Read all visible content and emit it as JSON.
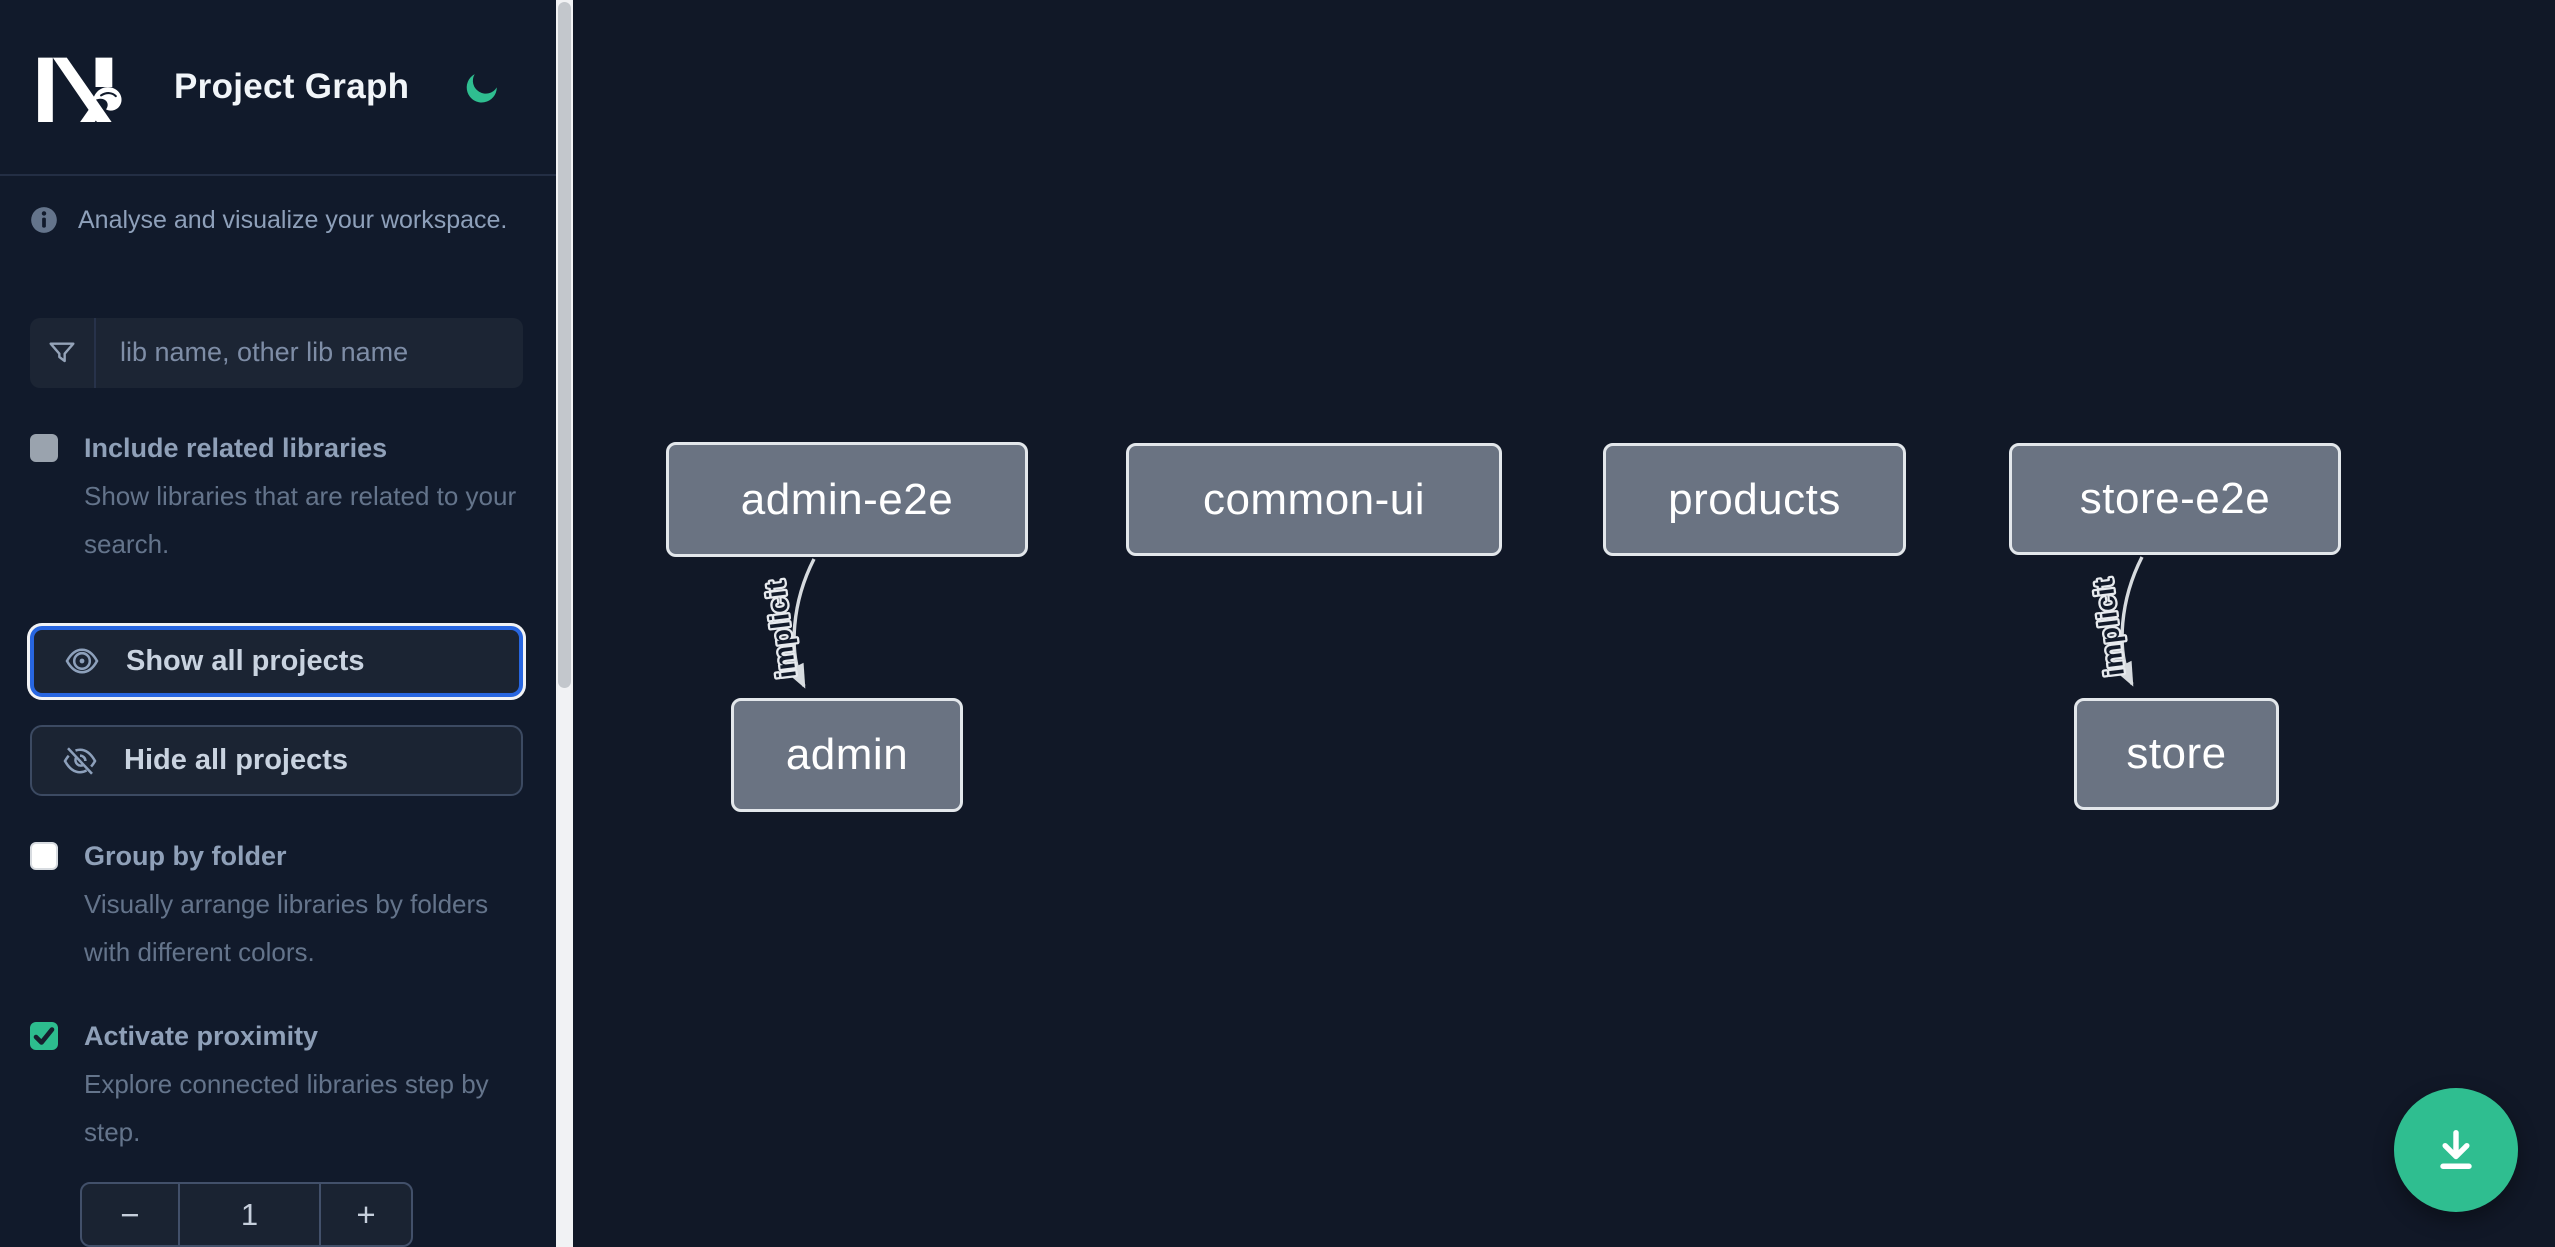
{
  "header": {
    "title": "Project Graph",
    "logo": "nx-logo",
    "theme_toggle_icon": "moon-icon"
  },
  "sidebar": {
    "info": "Analyse and visualize your workspace.",
    "filter": {
      "placeholder": "lib name, other lib name",
      "value": "",
      "icon": "funnel-icon"
    },
    "options": [
      {
        "label": "Include related libraries",
        "description": "Show libraries that are related to your search.",
        "checked": false,
        "disabled": true
      },
      {
        "label": "Group by folder",
        "description": "Visually arrange libraries by folders with different colors.",
        "checked": false,
        "disabled": false
      },
      {
        "label": "Activate proximity",
        "description": "Explore connected libraries step by step.",
        "checked": true,
        "disabled": false
      }
    ],
    "actions": [
      {
        "label": "Show all projects",
        "icon": "eye-icon",
        "focused": true
      },
      {
        "label": "Hide all projects",
        "icon": "eye-off-icon",
        "focused": false
      }
    ],
    "stepper": {
      "decrement": "−",
      "value": "1",
      "increment": "+"
    }
  },
  "graph": {
    "nodes": [
      {
        "label": "admin-e2e"
      },
      {
        "label": "common-ui"
      },
      {
        "label": "products"
      },
      {
        "label": "store-e2e"
      },
      {
        "label": "admin"
      },
      {
        "label": "store"
      }
    ],
    "edges": [
      {
        "from": "admin-e2e",
        "to": "admin",
        "label": "implicit"
      },
      {
        "from": "store-e2e",
        "to": "store",
        "label": "implicit"
      }
    ]
  },
  "fab": {
    "icon": "download-icon"
  },
  "colors": {
    "background": "#111827",
    "sidebar_background": "#111a2b",
    "accent_green": "#2fbe90",
    "focus_blue": "#2866e0",
    "node_fill": "#6a7382",
    "node_border": "#e3e7eb",
    "edge": "#d7dbdf",
    "control_background": "#1b2433",
    "title_text": "#f1f5f9",
    "muted_text": "#64748b"
  }
}
